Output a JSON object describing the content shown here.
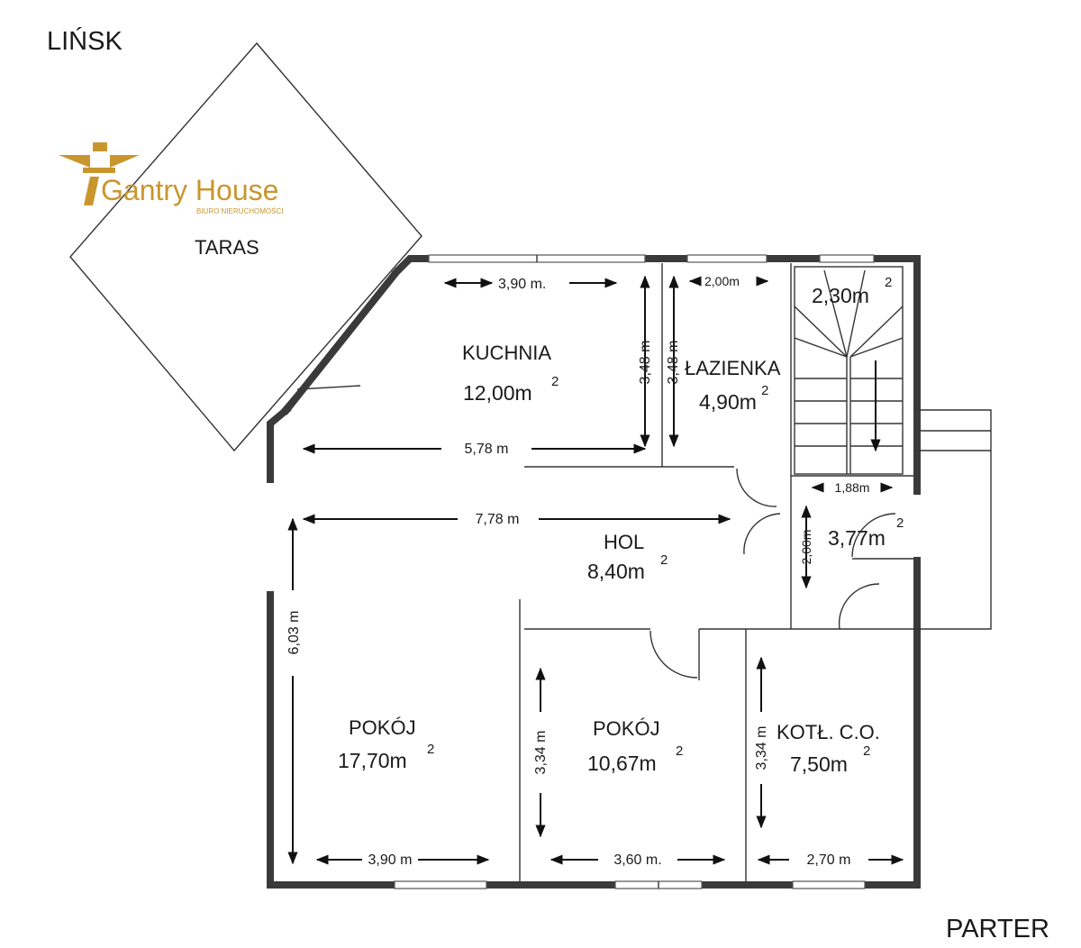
{
  "title": "LIŃSK",
  "floor": "PARTER",
  "logo": {
    "name": "Gantry House",
    "tagline": "BIURO NIERUCHOMOŚCI",
    "color": "#c9962e"
  },
  "rooms": {
    "taras": {
      "name": "TARAS"
    },
    "kuchnia": {
      "name": "KUCHNIA",
      "area": "12,00m",
      "unit_sup": "2"
    },
    "lazienka": {
      "name": "ŁAZIENKA",
      "area": "4,90m",
      "unit_sup": "2"
    },
    "schody": {
      "area": "2,30m",
      "unit_sup": "2"
    },
    "hol": {
      "name": "HOL",
      "area": "8,40m",
      "unit_sup": "2"
    },
    "przedsionek": {
      "area": "3,77m",
      "unit_sup": "2"
    },
    "pokoj_duzy": {
      "name": "POKÓJ",
      "area": "17,70m",
      "unit_sup": "2"
    },
    "pokoj_maly": {
      "name": "POKÓJ",
      "area": "10,67m",
      "unit_sup": "2"
    },
    "kotlownia": {
      "name": "KOTŁ. C.O.",
      "area": "7,50m",
      "unit_sup": "2"
    }
  },
  "dimensions": {
    "kuchnia_width": "3,90 m.",
    "lazienka_width": "2,00m",
    "kuchnia_height": "3,48 m",
    "lazienka_height": "3,48 m",
    "kuchnia_inner": "5,78 m",
    "hol_width": "7,78 m",
    "stairs_width": "1,88m",
    "przedsionek_height": "2,00m",
    "pokoj_height": "6,03 m",
    "pokoj_maly_height": "3,34 m",
    "kotlownia_height": "3,34 m",
    "pokoj_width": "3,90 m",
    "pokoj_maly_width": "3,60 m.",
    "kotlownia_width": "2,70 m"
  }
}
